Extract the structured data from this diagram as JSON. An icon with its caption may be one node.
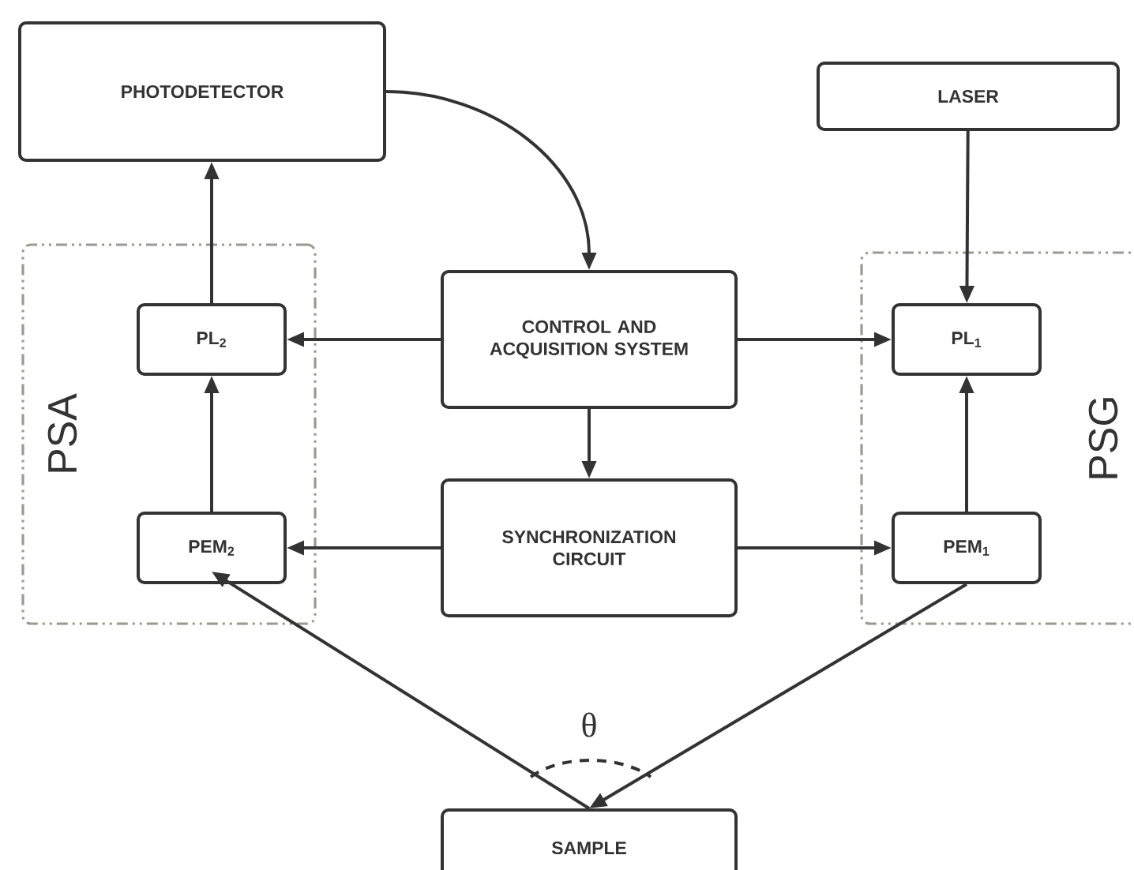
{
  "diagram": {
    "nodes": [
      {
        "text": [
          "PHOTODETECTOR"
        ]
      },
      {
        "text": [
          "LASER"
        ]
      },
      {
        "text": [
          "PSA"
        ]
      },
      {
        "text": [
          "PL$_{2}$"
        ],
        "in": 2
      },
      {
        "text": [
          "CONTROL AND ACQUISITION SYSTEM"
        ]
      },
      {
        "text": [
          "PSG"
        ]
      },
      {
        "text": [
          "PL$_{1}$"
        ],
        "in": 5
      },
      {
        "text": [
          "PEM$_{2}$"
        ],
        "in": 2
      },
      {
        "text": [
          "SYNCHRONIZATION CIRCUIT"
        ]
      },
      {
        "text": [
          "PEM$_{1}$"
        ],
        "in": 5
      },
      {
        "text": [
          "SAMPLE"
        ]
      }
    ],
    "edges": [
      {
        "from": 0,
        "to": 4,
        "arrow": "to"
      },
      {
        "from": 1,
        "to": 6,
        "arrow": "to"
      },
      {
        "from": 3,
        "to": 0,
        "arrow": "to"
      },
      {
        "from": 4,
        "to": 3,
        "arrow": "to"
      },
      {
        "from": 4,
        "to": 6,
        "arrow": "to"
      },
      {
        "from": 4,
        "to": 8,
        "arrow": "to"
      },
      {
        "from": 7,
        "to": 3,
        "arrow": "to"
      },
      {
        "from": 9,
        "to": 6,
        "arrow": "to"
      },
      {
        "from": 8,
        "to": 7,
        "arrow": "to"
      },
      {
        "from": 8,
        "to": 9,
        "arrow": "to"
      },
      {
        "from": 10,
        "to": 7,
        "arrow": "to"
      },
      {
        "from": 9,
        "to": 10,
        "arrow": "to"
      }
    ],
    "labels": [
      "θ"
    ]
  }
}
